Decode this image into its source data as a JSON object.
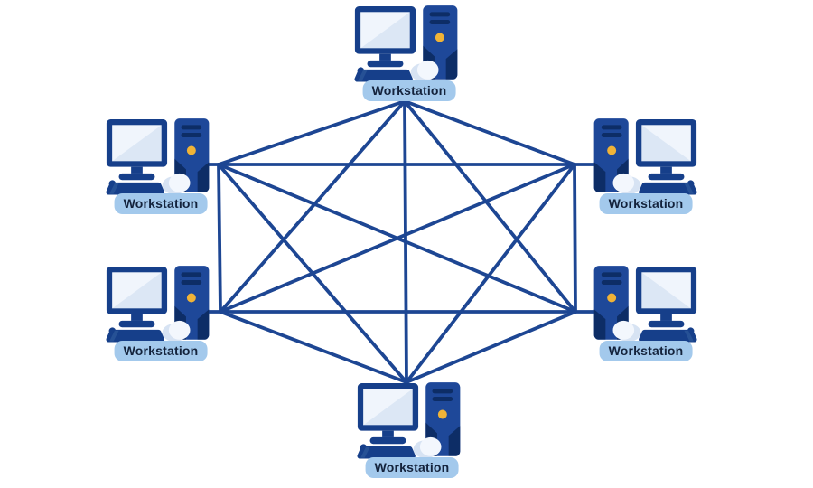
{
  "diagram": {
    "type": "network-topology",
    "topology": "full-mesh",
    "nodes": [
      {
        "id": "workstation-top",
        "label": "Workstation"
      },
      {
        "id": "workstation-upper-left",
        "label": "Workstation"
      },
      {
        "id": "workstation-upper-right",
        "label": "Workstation"
      },
      {
        "id": "workstation-lower-left",
        "label": "Workstation"
      },
      {
        "id": "workstation-lower-right",
        "label": "Workstation"
      },
      {
        "id": "workstation-bottom",
        "label": "Workstation"
      }
    ],
    "links": [
      [
        "workstation-top",
        "workstation-upper-left"
      ],
      [
        "workstation-top",
        "workstation-upper-right"
      ],
      [
        "workstation-top",
        "workstation-lower-left"
      ],
      [
        "workstation-top",
        "workstation-lower-right"
      ],
      [
        "workstation-top",
        "workstation-bottom"
      ],
      [
        "workstation-upper-left",
        "workstation-upper-right"
      ],
      [
        "workstation-upper-left",
        "workstation-lower-left"
      ],
      [
        "workstation-upper-left",
        "workstation-lower-right"
      ],
      [
        "workstation-upper-left",
        "workstation-bottom"
      ],
      [
        "workstation-upper-right",
        "workstation-lower-left"
      ],
      [
        "workstation-upper-right",
        "workstation-lower-right"
      ],
      [
        "workstation-upper-right",
        "workstation-bottom"
      ],
      [
        "workstation-lower-left",
        "workstation-lower-right"
      ],
      [
        "workstation-lower-left",
        "workstation-bottom"
      ],
      [
        "workstation-lower-right",
        "workstation-bottom"
      ]
    ]
  },
  "colors": {
    "line": "#1d4693",
    "icon_dark_blue": "#163f8a",
    "tower_blue": "#1e4899",
    "navy_detail": "#0d2d66",
    "accent_yellow": "#f0b337",
    "screen": "#dce7f5",
    "screen_highlight": "#f0f5fc",
    "mouse": "#f3f7fd",
    "mouse_shadow": "#d7e3f3",
    "label_background": "#a3c9ec",
    "label_text": "#14233c",
    "background": "#ffffff"
  }
}
